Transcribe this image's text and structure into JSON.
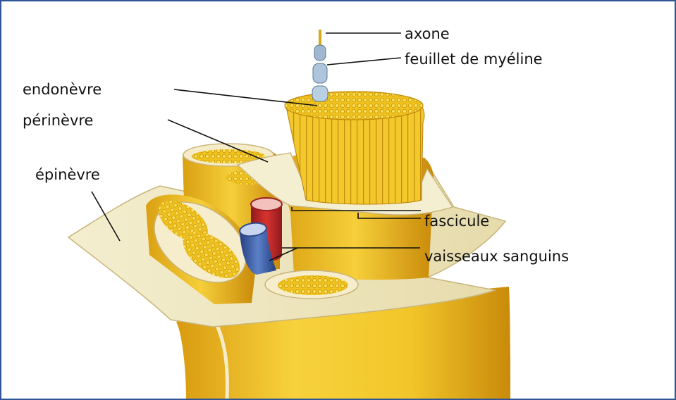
{
  "labels": {
    "axone": "axone",
    "myeline": "feuillet de myéline",
    "endonevre": "endonèvre",
    "perinevre": "périnèvre",
    "epinevre": "épinèvre",
    "fascicule": "fascicule",
    "vaisseaux": "vaisseaux sanguins"
  },
  "colors": {
    "frame": "#2f5597",
    "tissue": "#f3ecd0",
    "fiber": "#e8b61a",
    "artery": "#c8282a",
    "vein": "#3f62b0"
  }
}
